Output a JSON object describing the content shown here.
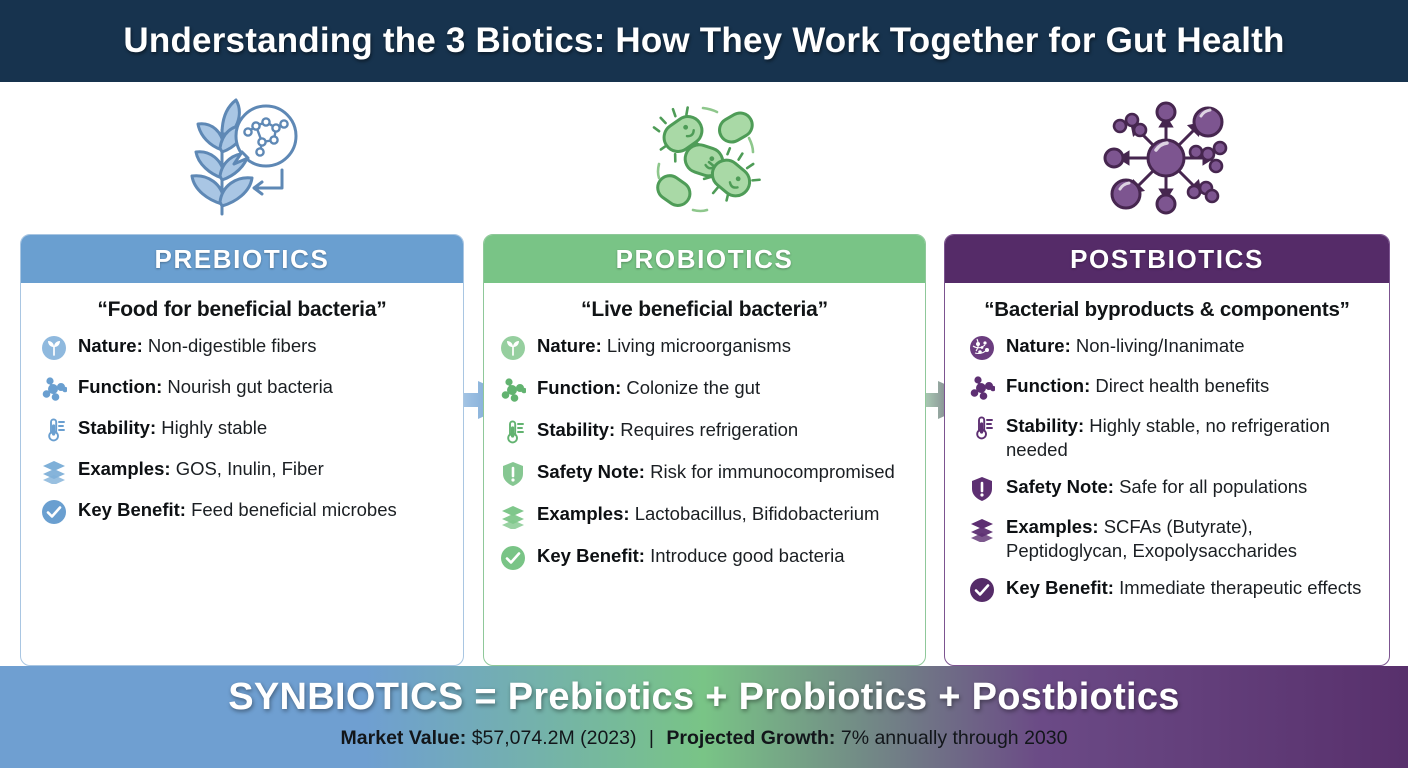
{
  "title": "Understanding the 3 Biotics: How They Work Together for Gut Health",
  "theme": {
    "title_bar_bg": "#17334e",
    "prebiotic_color": "#6a9fd0",
    "probiotic_color": "#79c486",
    "postbiotic_color": "#552b68"
  },
  "top_icons": [
    {
      "name": "plant-molecule-icon",
      "label": "plant with molecule bubble"
    },
    {
      "name": "bacteria-icon",
      "label": "smiling bacteria cluster"
    },
    {
      "name": "molecule-burst-icon",
      "label": "central sphere radiating molecules"
    }
  ],
  "columns": [
    {
      "id": "prebiotics",
      "header": "PREBIOTICS",
      "tagline": "“Food for beneficial bacteria”",
      "rows": [
        {
          "icon": "sprout-circle-icon",
          "label": "Nature:",
          "value": "Non-digestible fibers"
        },
        {
          "icon": "molecule-icon",
          "label": "Function:",
          "value": "Nourish gut bacteria"
        },
        {
          "icon": "thermometer-icon",
          "label": "Stability:",
          "value": "Highly stable"
        },
        {
          "icon": "layers-icon",
          "label": "Examples:",
          "value": "GOS, Inulin, Fiber"
        },
        {
          "icon": "check-circle-icon",
          "label": "Key Benefit:",
          "value": "Feed beneficial microbes"
        }
      ]
    },
    {
      "id": "probiotics",
      "header": "PROBIOTICS",
      "tagline": "“Live beneficial bacteria”",
      "rows": [
        {
          "icon": "sprout-circle-icon",
          "label": "Nature:",
          "value": "Living microorganisms"
        },
        {
          "icon": "molecule-icon",
          "label": "Function:",
          "value": "Colonize the gut"
        },
        {
          "icon": "thermometer-icon",
          "label": "Stability:",
          "value": "Requires refrigeration"
        },
        {
          "icon": "shield-alert-icon",
          "label": "Safety Note:",
          "value": "Risk for immunocompromised"
        },
        {
          "icon": "layers-icon",
          "label": "Examples:",
          "value": "Lactobacillus, Bifidobacterium"
        },
        {
          "icon": "check-circle-icon",
          "label": "Key Benefit:",
          "value": "Introduce good bacteria"
        }
      ]
    },
    {
      "id": "postbiotics",
      "header": "POSTBIOTICS",
      "tagline": "“Bacterial byproducts & components”",
      "rows": [
        {
          "icon": "cell-circle-icon",
          "label": "Nature:",
          "value": "Non-living/Inanimate"
        },
        {
          "icon": "molecule-icon",
          "label": "Function:",
          "value": "Direct health benefits"
        },
        {
          "icon": "thermometer-icon",
          "label": "Stability:",
          "value": "Highly stable, no refrigeration needed"
        },
        {
          "icon": "shield-alert-icon",
          "label": "Safety Note:",
          "value": "Safe for all populations"
        },
        {
          "icon": "layers-icon",
          "label": "Examples:",
          "value": "SCFAs (Butyrate), Peptidoglycan, Exopolysaccharides"
        },
        {
          "icon": "check-circle-icon",
          "label": "Key Benefit:",
          "value": "Immediate therapeutic effects"
        }
      ]
    }
  ],
  "arrows": [
    {
      "name": "arrow-prebiotics-to-probiotics"
    },
    {
      "name": "arrow-probiotics-to-postbiotics"
    }
  ],
  "footer": {
    "headline": "SYNBIOTICS = Prebiotics + Probiotics + Postbiotics",
    "market_value_label": "Market Value:",
    "market_value": "$57,074.2M (2023)",
    "separator": "|",
    "growth_label": "Projected Growth:",
    "growth_value": "7% annually through 2030"
  }
}
